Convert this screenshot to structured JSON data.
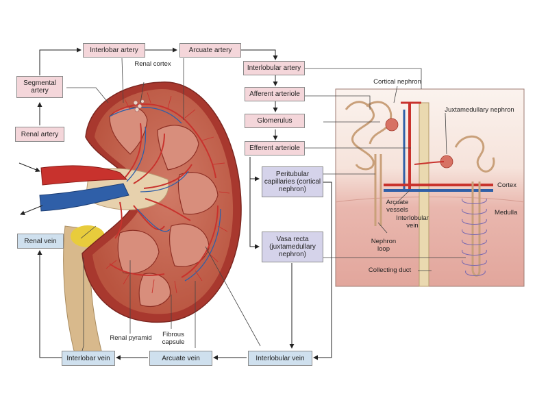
{
  "boxes": {
    "interlobar_artery": "Interlobar artery",
    "arcuate_artery": "Arcuate artery",
    "interlobular_artery": "Interlobular artery",
    "segmental_artery": "Segmental artery",
    "afferent_arteriole": "Afferent arteriole",
    "glomerulus": "Glomerulus",
    "efferent_arteriole": "Efferent arteriole",
    "renal_artery": "Renal artery",
    "peritubular_capillaries": "Peritubular capillaries (cortical nephron)",
    "vasa_recta": "Vasa recta (juxtamedullary nephron)",
    "renal_vein": "Renal vein",
    "interlobar_vein": "Interlobar vein",
    "arcuate_vein": "Arcuate vein",
    "interlobular_vein": "Interlobular vein"
  },
  "labels": {
    "renal_cortex": "Renal cortex",
    "renal_pyramid": "Renal pyramid",
    "fibrous_capsule": "Fibrous capsule",
    "cortical_nephron": "Cortical nephron",
    "juxtamedullary_nephron": "Juxtamedullary nephron",
    "cortex": "Cortex",
    "medulla": "Medulla",
    "arcuate_vessels": "Arcuate vessels",
    "interlobular_vein": "Interlobular vein",
    "nephron_loop": "Nephron loop",
    "collecting_duct": "Collecting duct"
  },
  "colors": {
    "artery_box": "#f4d6da",
    "vein_box": "#cfe0ee",
    "capillary_box": "#d5d3ea",
    "artery": "#c8322d",
    "vein": "#2f5fa8",
    "kidney": "#a8382e"
  }
}
